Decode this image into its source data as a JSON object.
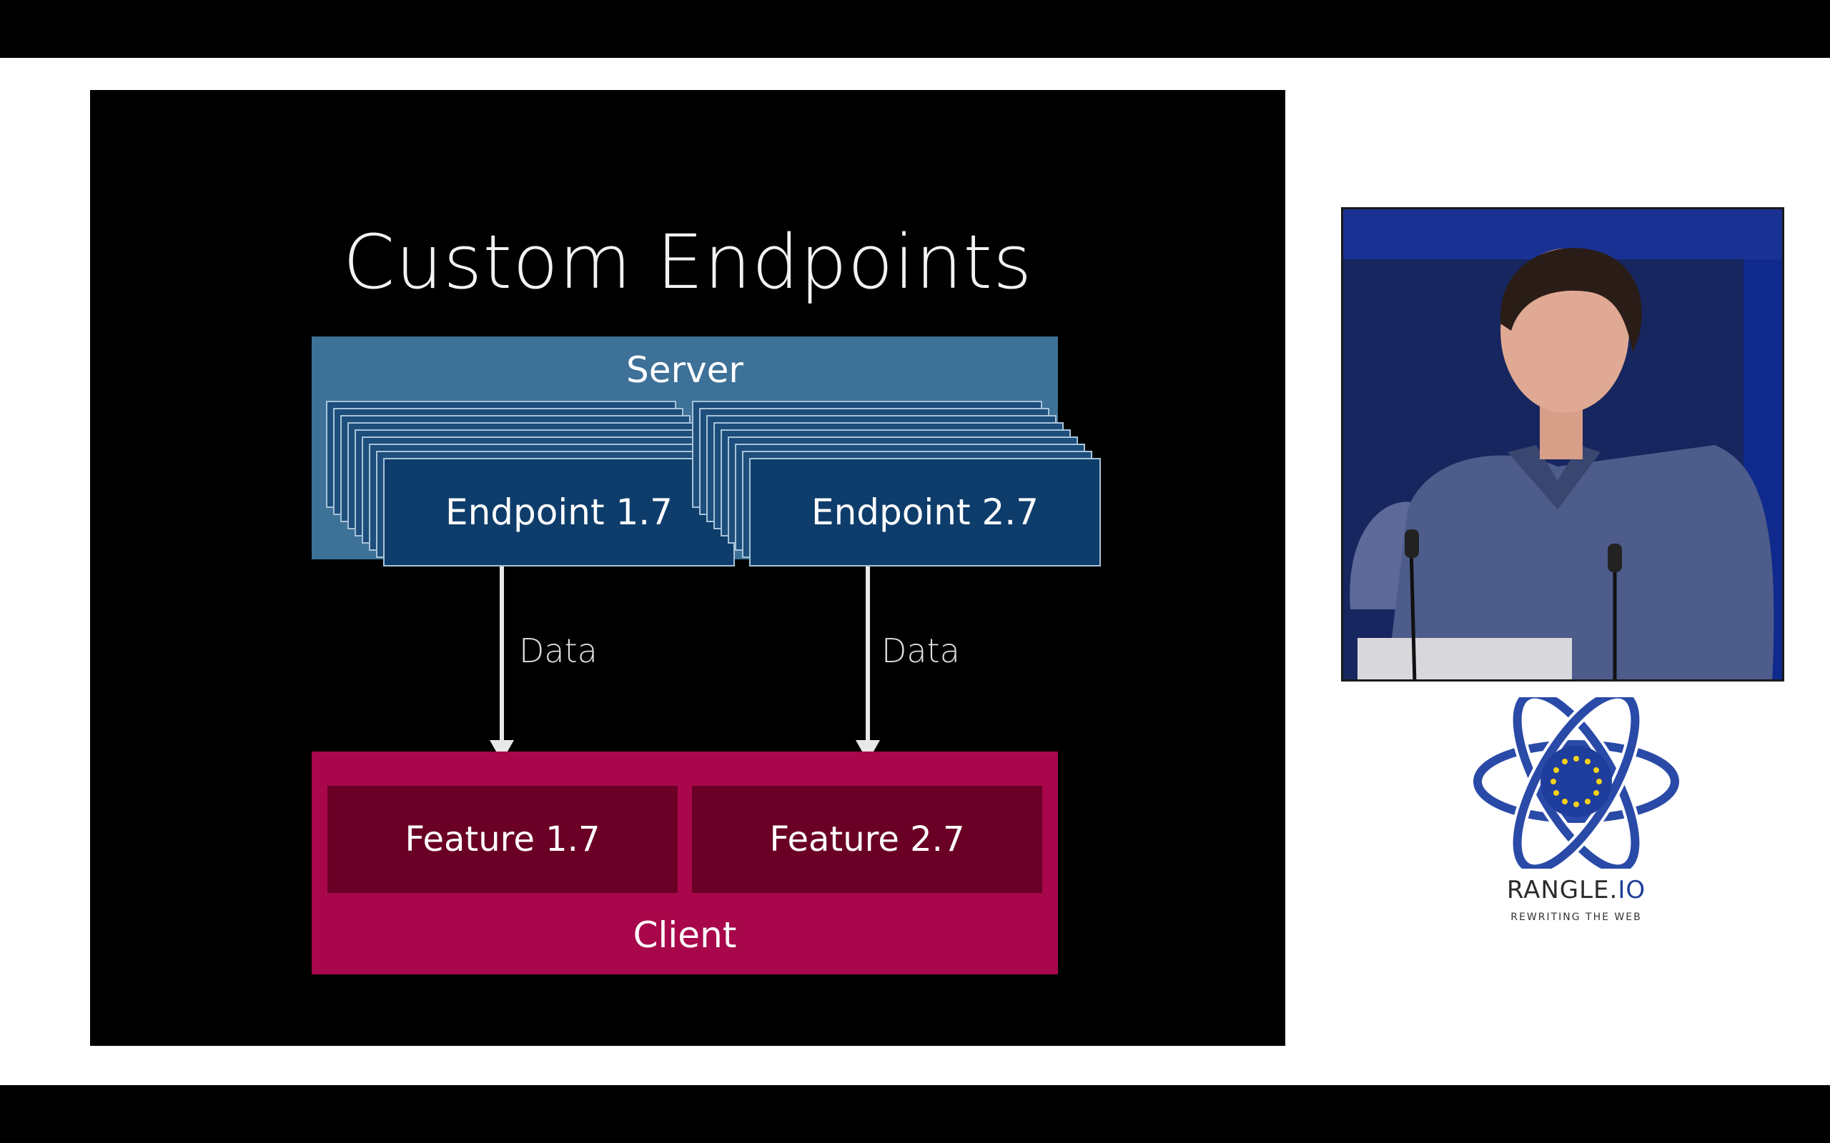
{
  "slide": {
    "title": "Custom Endpoints",
    "server_label": "Server",
    "endpoints": [
      "Endpoint 1.7",
      "Endpoint 2.7"
    ],
    "data_labels": [
      "Data",
      "Data"
    ],
    "features": [
      "Feature 1.7",
      "Feature 2.7"
    ],
    "client_label": "Client"
  },
  "sponsor": {
    "name_main": "RANGLE.",
    "name_accent": "IO",
    "tagline": "REWRITING THE WEB"
  },
  "colors": {
    "server": "#3d7198",
    "endpoint": "#0e3d6b",
    "client": "#a8084b",
    "feature": "#6a0025",
    "logo_blue": "#1d3f96"
  }
}
